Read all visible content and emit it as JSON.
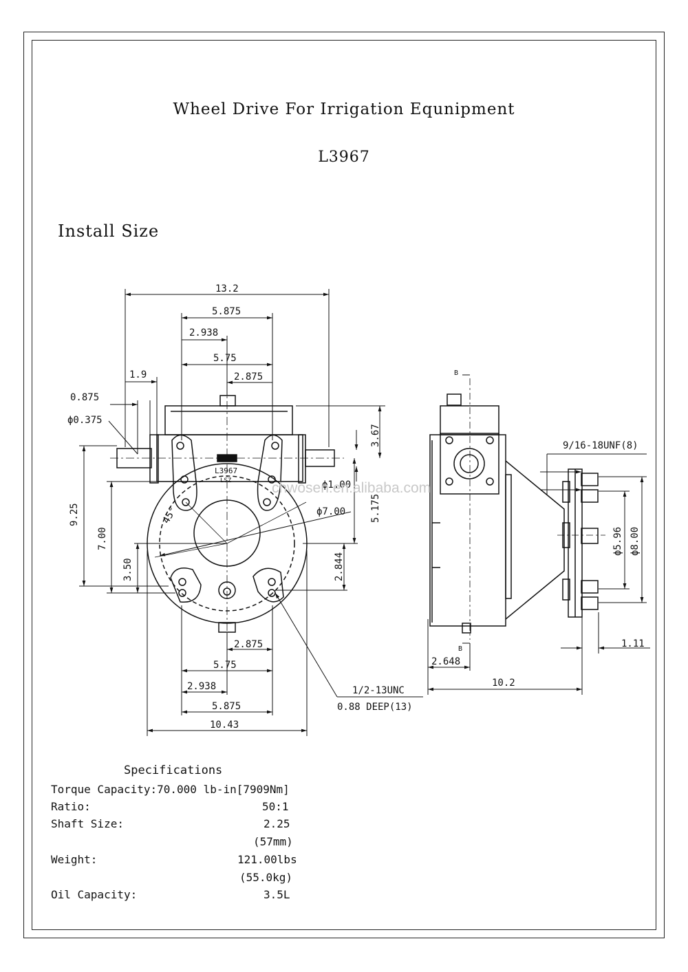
{
  "title": "Wheel Drive For Irrigation Equnipment",
  "model": "L3967",
  "section_label": "Install Size",
  "plate_label": "L3967",
  "plate_sublabel": "LSZ",
  "watermark": "chwosen.en.alibaba.com",
  "section_marker": "B",
  "dimensions": {
    "d13_2": "13.2",
    "d5_875_top": "5.875",
    "d2_938_top": "2.938",
    "d5_75_top": "5.75",
    "d1_9": "1.9",
    "d2_875_top": "2.875",
    "d0_875": "0.875",
    "dphi0_375": "ϕ0.375",
    "d3_67": "3.67",
    "d9_25": "9.25",
    "d7_00": "7.00",
    "d3_50": "3.50",
    "d45": "45°",
    "dphi1_00": "ϕ1.00",
    "dphi7_00": "ϕ7.00",
    "d5_175": "5.175",
    "d2_844": "2.844",
    "d2_875_bot": "2.875",
    "d5_75_bot": "5.75",
    "d2_938_bot": "2.938",
    "d5_875_bot": "5.875",
    "d10_43": "10.43",
    "thread_1": "1/2-13UNC",
    "thread_2": "0.88  DEEP(13)",
    "unf": "9/16-18UNF(8)",
    "dphi5_96": "ϕ5.96",
    "dphi8_00": "ϕ8.00",
    "d1_11": "1.11",
    "d2_648": "2.648",
    "d10_2": "10.2"
  },
  "specs": {
    "heading": "Specifications",
    "torque": "Torque Capacity:70.000 lb-in[7909Nm]",
    "ratio_label": "Ratio:",
    "ratio_value": "50:1",
    "shaft_label": "Shaft Size:",
    "shaft_value": "2.25",
    "shaft_metric": "(57mm)",
    "weight_label": "Weight:",
    "weight_value": "121.00lbs",
    "weight_metric": "(55.0kg)",
    "oil_label": "Oil Capacity:",
    "oil_value": "3.5L"
  }
}
